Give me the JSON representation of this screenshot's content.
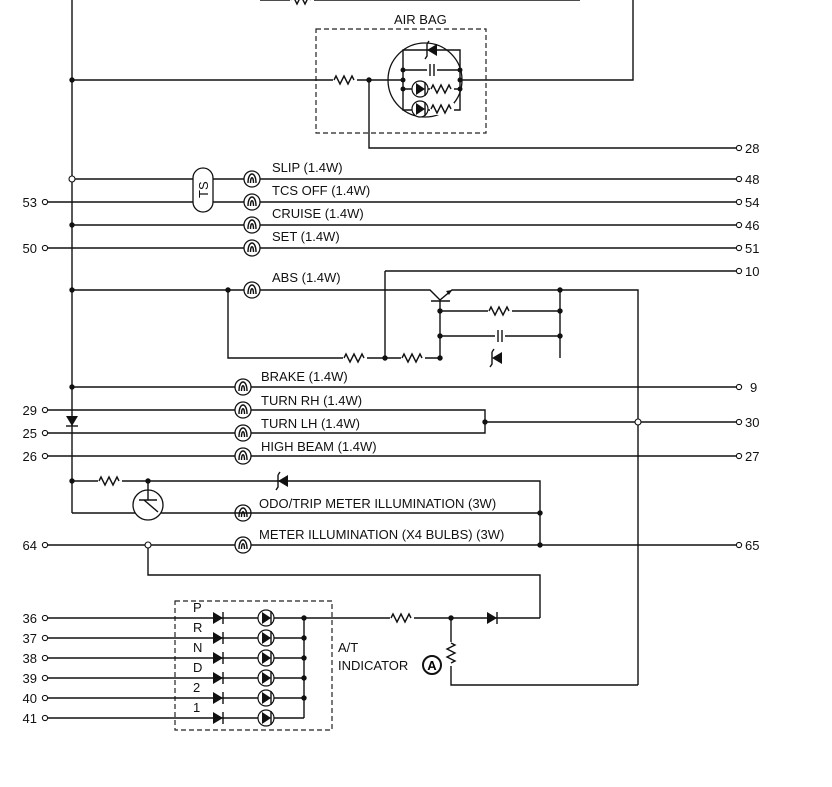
{
  "title": "Combination meter wiring diagram",
  "airbag": {
    "label": "AIR BAG"
  },
  "ts_label": "TS",
  "lamps": {
    "slip": "SLIP (1.4W)",
    "tcs_off": "TCS OFF (1.4W)",
    "cruise": "CRUISE (1.4W)",
    "set": "SET (1.4W)",
    "abs": "ABS (1.4W)",
    "brake": "BRAKE (1.4W)",
    "turn_rh": "TURN RH (1.4W)",
    "turn_lh": "TURN LH (1.4W)",
    "high_beam": "HIGH BEAM (1.4W)",
    "odo_trip": "ODO/TRIP METER ILLUMINATION (3W)",
    "meter_illum": "METER ILLUMINATION (X4 BULBS) (3W)"
  },
  "terminals": {
    "left": {
      "t53": "53",
      "t50": "50",
      "t29": "29",
      "t25": "25",
      "t26": "26",
      "t64": "64",
      "t36": "36",
      "t37": "37",
      "t38": "38",
      "t39": "39",
      "t40": "40",
      "t41": "41"
    },
    "right": {
      "t28": "28",
      "t48": "48",
      "t54": "54",
      "t46": "46",
      "t51": "51",
      "t10": "10",
      "t9": "9",
      "t30": "30",
      "t27": "27",
      "t65": "65"
    }
  },
  "at_indicator": {
    "label1": "A/T",
    "label2": "INDICATOR",
    "marker": "A",
    "positions": [
      "P",
      "R",
      "N",
      "D",
      "2",
      "1"
    ]
  }
}
